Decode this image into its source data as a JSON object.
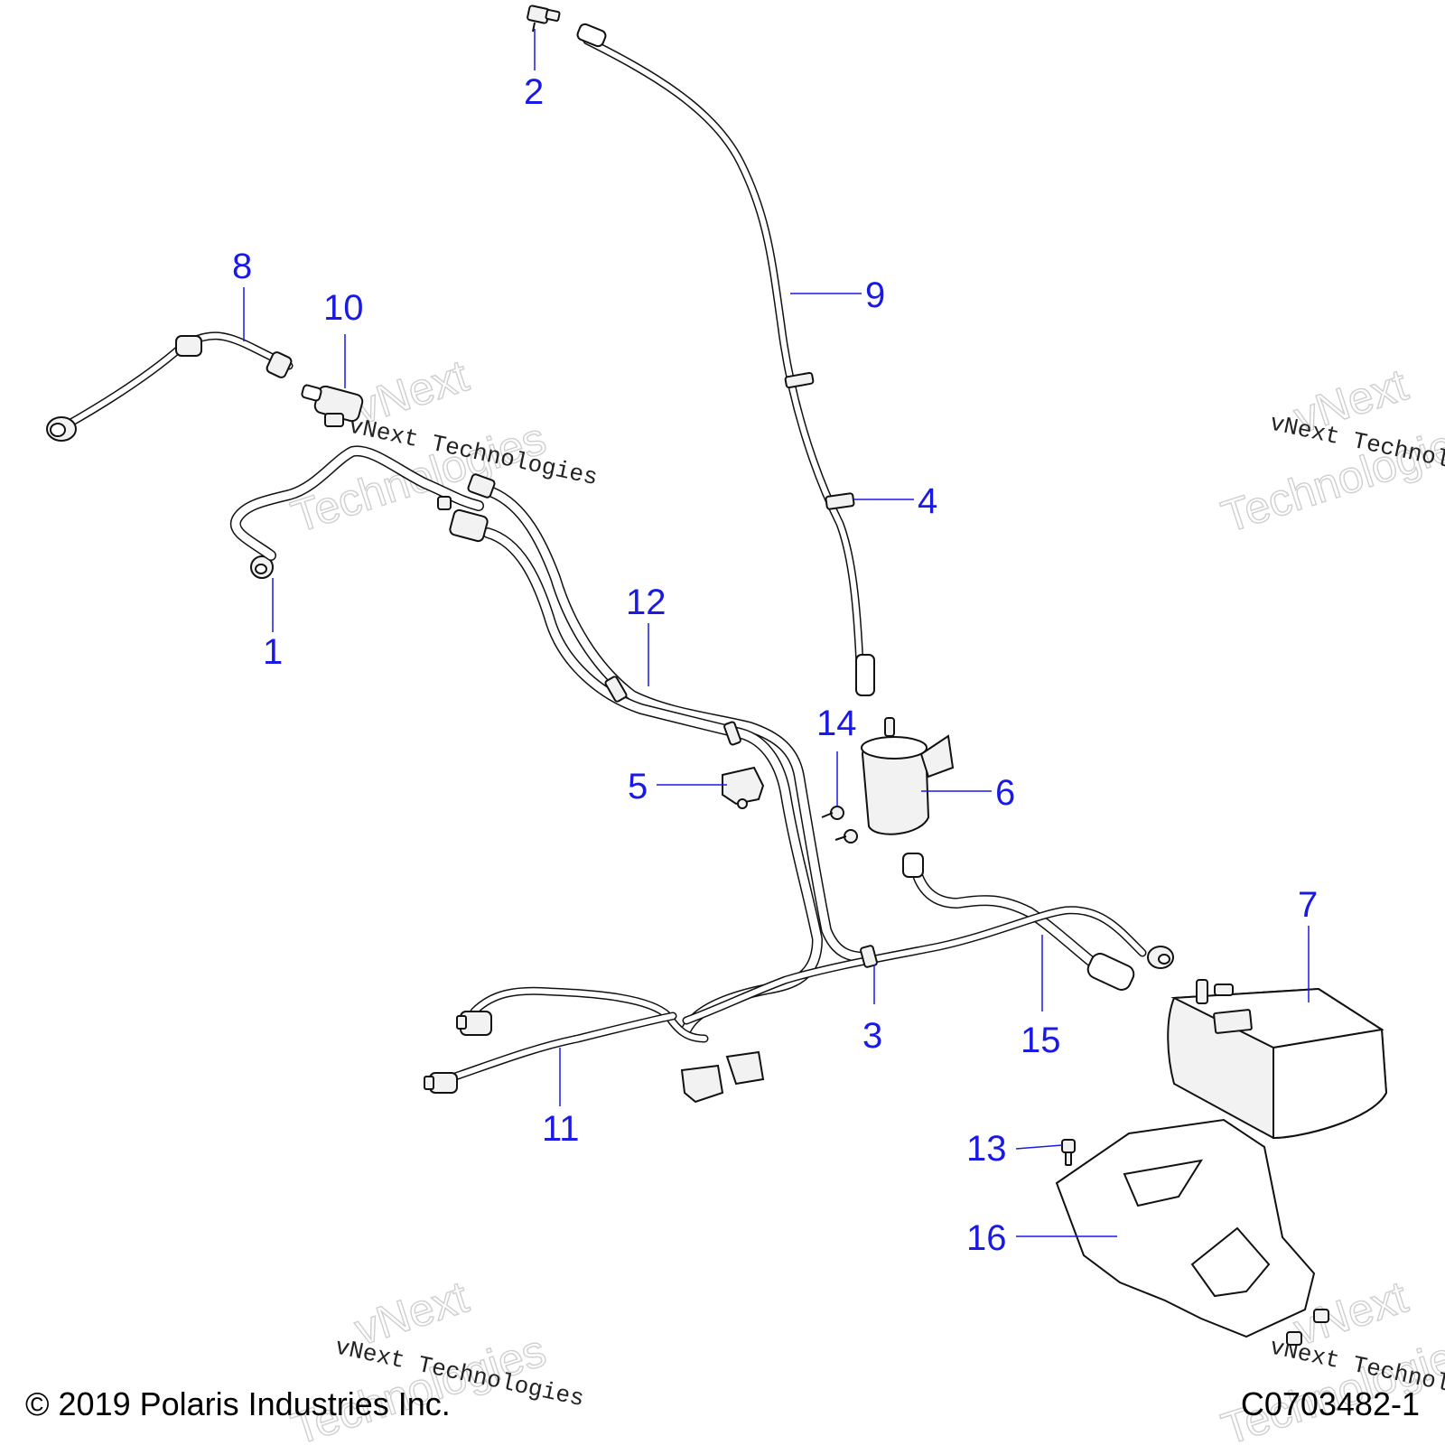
{
  "callouts": [
    {
      "id": "1",
      "label": "1"
    },
    {
      "id": "2",
      "label": "2"
    },
    {
      "id": "3",
      "label": "3"
    },
    {
      "id": "4",
      "label": "4"
    },
    {
      "id": "5",
      "label": "5"
    },
    {
      "id": "6",
      "label": "6"
    },
    {
      "id": "7",
      "label": "7"
    },
    {
      "id": "8",
      "label": "8"
    },
    {
      "id": "9",
      "label": "9"
    },
    {
      "id": "10",
      "label": "10"
    },
    {
      "id": "11",
      "label": "11"
    },
    {
      "id": "12",
      "label": "12"
    },
    {
      "id": "13",
      "label": "13"
    },
    {
      "id": "14",
      "label": "14"
    },
    {
      "id": "15",
      "label": "15"
    },
    {
      "id": "16",
      "label": "16"
    }
  ],
  "watermark": {
    "brand_line": "vNext Technologies",
    "word1": "vNext",
    "word2": "Technologies"
  },
  "footer": {
    "copyright": "© 2019 Polaris Industries Inc.",
    "code": "C0703482-1"
  },
  "colors": {
    "callout": "#1a1ae6",
    "line": "#111111"
  }
}
